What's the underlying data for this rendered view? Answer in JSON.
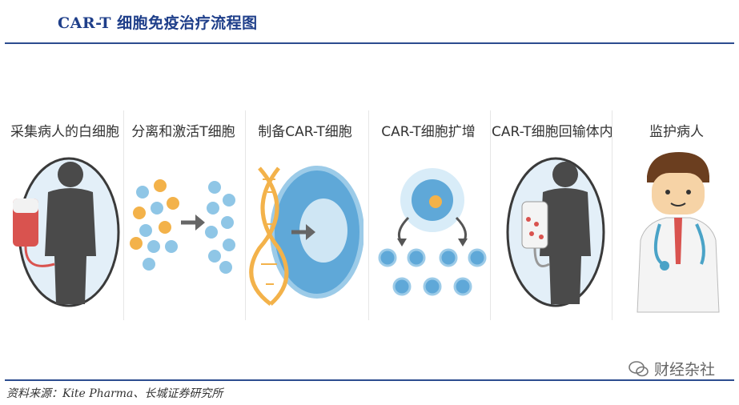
{
  "header": {
    "title": "CAR-T 细胞免疫治疗流程图"
  },
  "steps": [
    {
      "label": "采集病人的白细胞",
      "icon": "blood-collection-icon"
    },
    {
      "label": "分离和激活T细胞",
      "icon": "cell-activation-icon"
    },
    {
      "label": "制备CAR-T细胞",
      "icon": "gene-modification-icon"
    },
    {
      "label": "CAR-T细胞扩增",
      "icon": "cell-expansion-icon"
    },
    {
      "label": "CAR-T细胞回输体内",
      "icon": "infusion-icon"
    },
    {
      "label": "监护病人",
      "icon": "doctor-icon"
    }
  ],
  "footer": {
    "source": "资料来源：Kite Pharma、长城证券研究所",
    "watermark": "财经杂社"
  },
  "colors": {
    "title": "#1f3f8a",
    "rule": "#2c4c8f",
    "cell_blue": "#8fc6e6",
    "cell_orange": "#f3b24a",
    "blood": "#d9534f",
    "silhouette": "#4a4a4a"
  }
}
